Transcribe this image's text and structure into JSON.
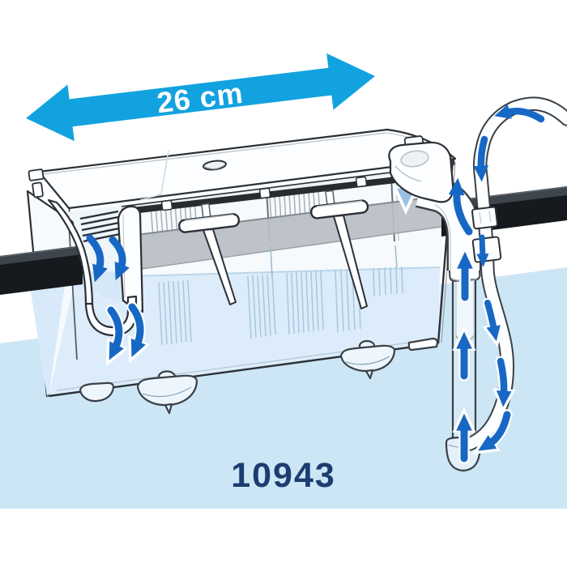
{
  "figure": {
    "dimension_label": "26 cm",
    "product_number": "10943",
    "kind": "aquarium hang-on filter water-flow diagram"
  },
  "colors": {
    "background": "#ffffff",
    "water": "#cde6f6",
    "water_inside_box": "#dcecfa",
    "dimension_arrow": "#12a2e0",
    "dimension_text": "#ffffff",
    "flow_arrow": "#1768c4",
    "flow_arrow_faded": "#9cc0e6",
    "product_number_text": "#1d3c6f",
    "outline": "#2b3036",
    "rim_bar": "#16191d"
  },
  "icons": {
    "dimension_arrow": "double-headed-width-arrow-icon",
    "flow_arrows": "water-flow-arrow-icons"
  }
}
